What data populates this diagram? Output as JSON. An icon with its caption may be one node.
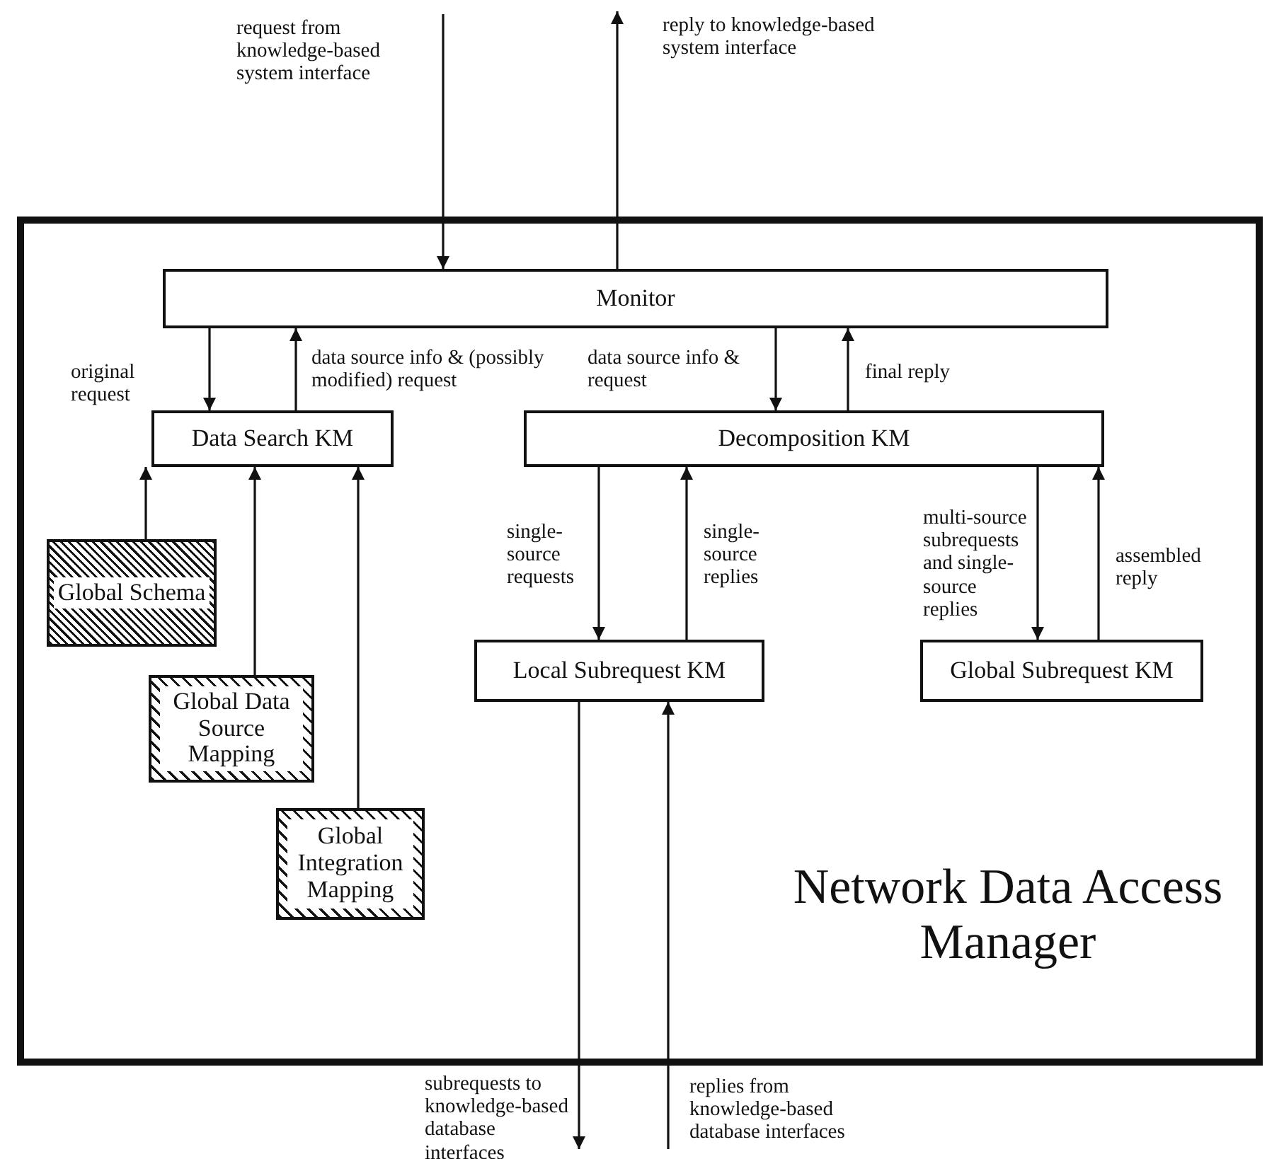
{
  "diagram": {
    "nodes": [
      {
        "text": [
          "Network Data Access Manager"
        ]
      },
      {
        "text": [
          "Monitor"
        ],
        "in": 0
      },
      {
        "text": [
          "Data Search KM"
        ],
        "in": 0
      },
      {
        "text": [
          "Decomposition KM"
        ],
        "in": 0
      },
      {
        "text": [
          "Global Schema"
        ],
        "in": 0
      },
      {
        "text": [
          "Global Data Source Mapping"
        ],
        "in": 0
      },
      {
        "text": [
          "Global Integration Mapping"
        ],
        "in": 0
      },
      {
        "text": [
          "Local Subrequest KM"
        ],
        "in": 0
      },
      {
        "text": [
          "Global Subrequest KM"
        ],
        "in": 0
      }
    ],
    "edges": [
      {
        "from": null,
        "to": 1,
        "arrow": "to",
        "label": "request from knowledge-based system interface"
      },
      {
        "from": 1,
        "to": null,
        "arrow": "to",
        "label": "reply to knowledge-based system interface"
      },
      {
        "from": 1,
        "to": 2,
        "arrow": "to",
        "label": "original request"
      },
      {
        "from": 2,
        "to": 1,
        "arrow": "to",
        "label": "data source info & (possibly modified) request"
      },
      {
        "from": 1,
        "to": 3,
        "arrow": "to",
        "label": "data source info & request"
      },
      {
        "from": 3,
        "to": 1,
        "arrow": "to",
        "label": "final reply"
      },
      {
        "from": 4,
        "to": 2,
        "arrow": "to"
      },
      {
        "from": 5,
        "to": 2,
        "arrow": "to"
      },
      {
        "from": 6,
        "to": 2,
        "arrow": "to"
      },
      {
        "from": 3,
        "to": 7,
        "arrow": "to",
        "label": "single-source requests"
      },
      {
        "from": 7,
        "to": 3,
        "arrow": "to",
        "label": "single-source replies"
      },
      {
        "from": 3,
        "to": 8,
        "arrow": "to",
        "label": "multi-source subrequests and single-source replies"
      },
      {
        "from": 8,
        "to": 3,
        "arrow": "to",
        "label": "assembled reply"
      },
      {
        "from": 7,
        "to": null,
        "arrow": "to",
        "label": "subrequests to knowledge-based database interfaces"
      },
      {
        "from": null,
        "to": 7,
        "arrow": "to",
        "label": "replies from knowledge-based database interfaces"
      }
    ]
  }
}
